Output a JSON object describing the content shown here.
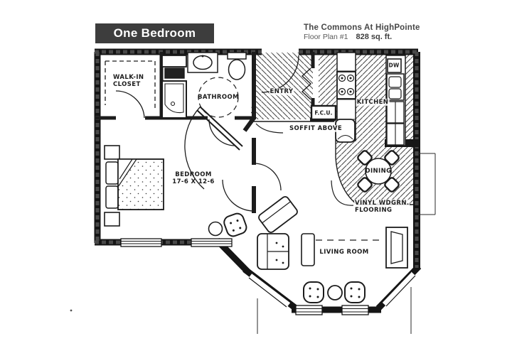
{
  "header": {
    "banner": "One Bedroom",
    "property_name": "The Commons At HighPointe",
    "plan_label": "Floor Plan #1",
    "area": "828 sq. ft."
  },
  "colors": {
    "banner_bg": "#3d3d3d",
    "banner_text": "#ffffff",
    "ink": "#1c1c1c",
    "paper": "#ffffff"
  },
  "rooms": {
    "walk_in_closet": {
      "line1": "WALK-IN",
      "line2": "CLOSET"
    },
    "bathroom": "BATHROOM",
    "entry": "ENTRY",
    "fcu": "F.C.U.",
    "soffit": "SOFFIT ABOVE",
    "kitchen": "KITCHEN",
    "dishwasher": "DW",
    "dining": "DINING",
    "vinyl_flooring": {
      "line1": "VINYL WDGRN.",
      "line2": "FLOORING"
    },
    "bedroom": {
      "name": "BEDROOM",
      "dimensions": "17-6 X 12-6"
    },
    "living_room": "LIVING ROOM"
  }
}
